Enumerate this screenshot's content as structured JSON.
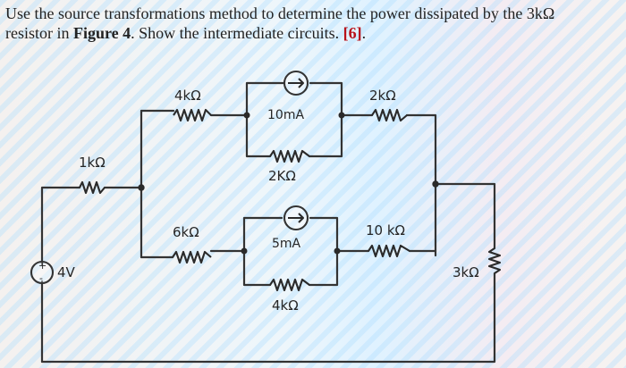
{
  "problem": {
    "line1": "Use the source transformations method to determine the power dissipated by the 3kΩ",
    "line2_start": "resistor in ",
    "line2_bold": "Figure 4",
    "line2_end": ". Show the intermediate circuits. ",
    "marks": "[6]",
    "line2_tail": "."
  },
  "circuit": {
    "labels": {
      "r1": "1kΩ",
      "r_4k_top": "4kΩ",
      "cs_10ma": "10mA",
      "r_2k_top_right": "2kΩ",
      "r_2k_mid": "2KΩ",
      "r_6k": "6kΩ",
      "cs_5ma": "5mA",
      "r_10k": "10 kΩ",
      "r_4k_bottom": "4kΩ",
      "r_3k": "3kΩ",
      "vs_4v": "4V"
    },
    "vsource_plus": "+",
    "vsource_minus": "-"
  }
}
